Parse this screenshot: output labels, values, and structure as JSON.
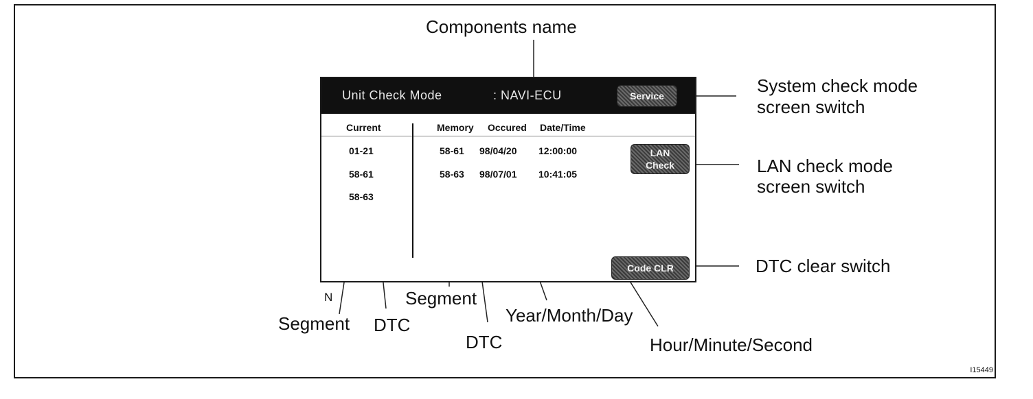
{
  "figure_code": "I15449",
  "mark_n": "N",
  "screen": {
    "title": "Unit Check Mode",
    "component": ": NAVI-ECU",
    "service_button": "Service",
    "lan_button_line1": "LAN",
    "lan_button_line2": "Check",
    "code_clr_button": "Code CLR",
    "headers": {
      "current": "Current",
      "memory": "Memory",
      "occured": "Occured",
      "datetime": "Date/Time"
    },
    "current_codes": [
      "01-21",
      "58-61",
      "58-63"
    ],
    "memory_rows": [
      {
        "code": "58-61",
        "date": "98/04/20",
        "time": "12:00:00"
      },
      {
        "code": "58-63",
        "date": "98/07/01",
        "time": "10:41:05"
      }
    ]
  },
  "callouts": {
    "components_name": "Components name",
    "system_check_line1": "System check mode",
    "system_check_line2": "screen switch",
    "lan_check_line1": "LAN check mode",
    "lan_check_line2": "screen switch",
    "dtc_clear": "DTC clear switch",
    "segment_left": "Segment",
    "dtc_left": "DTC",
    "segment_mid": "Segment",
    "dtc_mid": "DTC",
    "year_month_day": "Year/Month/Day",
    "hour_minute_second": "Hour/Minute/Second"
  }
}
